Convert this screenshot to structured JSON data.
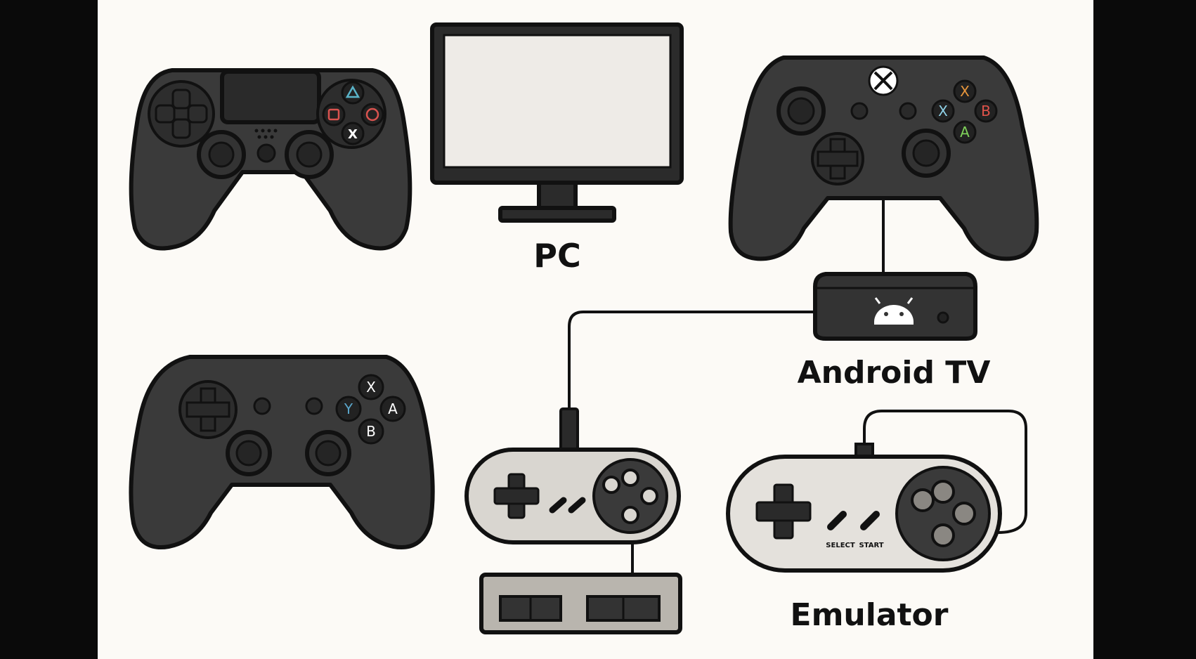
{
  "labels": {
    "pc": "PC",
    "android_tv": "Android TV",
    "emulator": "Emulator"
  },
  "ps_buttons": {
    "cross": "X"
  },
  "xbox_series_buttons": {
    "y": "X",
    "x": "X",
    "b": "B",
    "a": "A"
  },
  "generic_pad_buttons": {
    "top": "X",
    "left": "Y",
    "right": "A",
    "bottom": "B"
  },
  "snes_labels": {
    "select": "SELECT",
    "start": "START"
  },
  "colors": {
    "background_panel": "#fcfaf6",
    "letterbox": "#0a0a0a",
    "controller_dark": "#3a3a3a",
    "outline": "#111111",
    "snes_body": "#d9d6d0",
    "ps_triangle": "#5ab4c9",
    "ps_circle": "#d9534f",
    "ps_square": "#d9534f",
    "xbox_orange": "#e8963c",
    "xbox_blue": "#8fd2e8",
    "xbox_red": "#e0534a",
    "xbox_green": "#7fd25a",
    "generic_y_blue": "#5aa5c9"
  },
  "icons": [
    "xbox-logo-icon",
    "android-logo-icon",
    "dpad-icon"
  ]
}
